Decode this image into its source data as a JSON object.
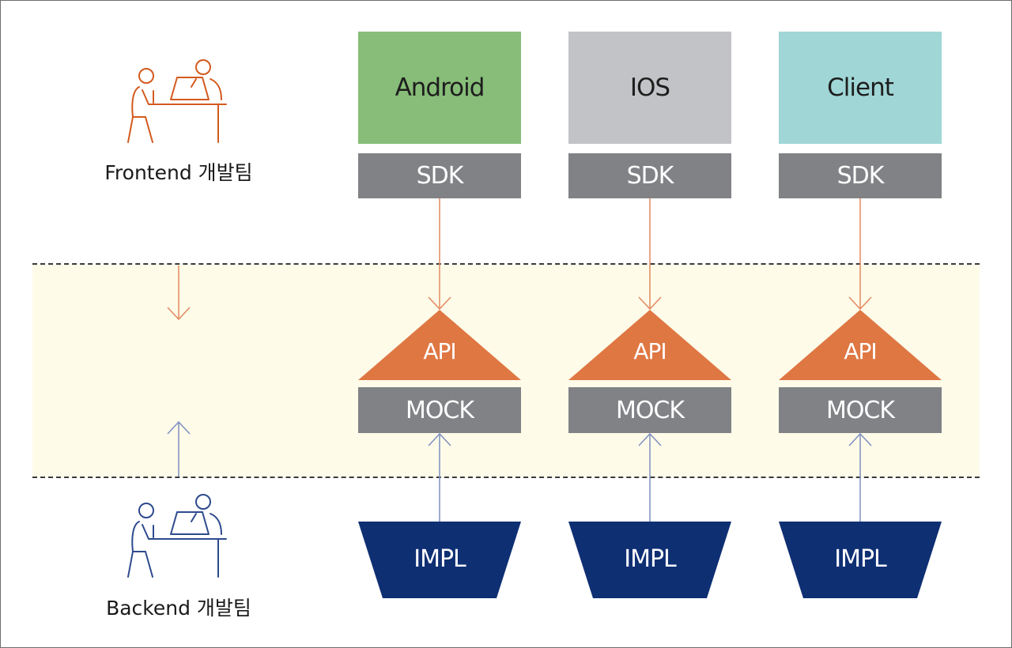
{
  "teams": {
    "frontend": {
      "label": "Frontend 개발팀",
      "icon": "developer-at-desk-icon",
      "color": "#d35a1e"
    },
    "backend": {
      "label": "Backend 개발팀",
      "icon": "developer-at-desk-icon",
      "color": "#2e4a8e"
    }
  },
  "columns": [
    {
      "platform": "Android",
      "platform_color": "#87bd78",
      "sdk": "SDK",
      "api": "API",
      "mock": "MOCK",
      "impl": "IMPL"
    },
    {
      "platform": "IOS",
      "platform_color": "#c2c3c7",
      "sdk": "SDK",
      "api": "API",
      "mock": "MOCK",
      "impl": "IMPL"
    },
    {
      "platform": "Client",
      "platform_color": "#a0d6d6",
      "sdk": "SDK",
      "api": "API",
      "mock": "MOCK",
      "impl": "IMPL"
    }
  ],
  "colors": {
    "api": "#df7743",
    "impl": "#0f2f73",
    "layer_box": "#818286",
    "mock_zone": "#fefbe9",
    "down_arrow": "#e38a60",
    "up_arrow": "#7f8fbf"
  }
}
